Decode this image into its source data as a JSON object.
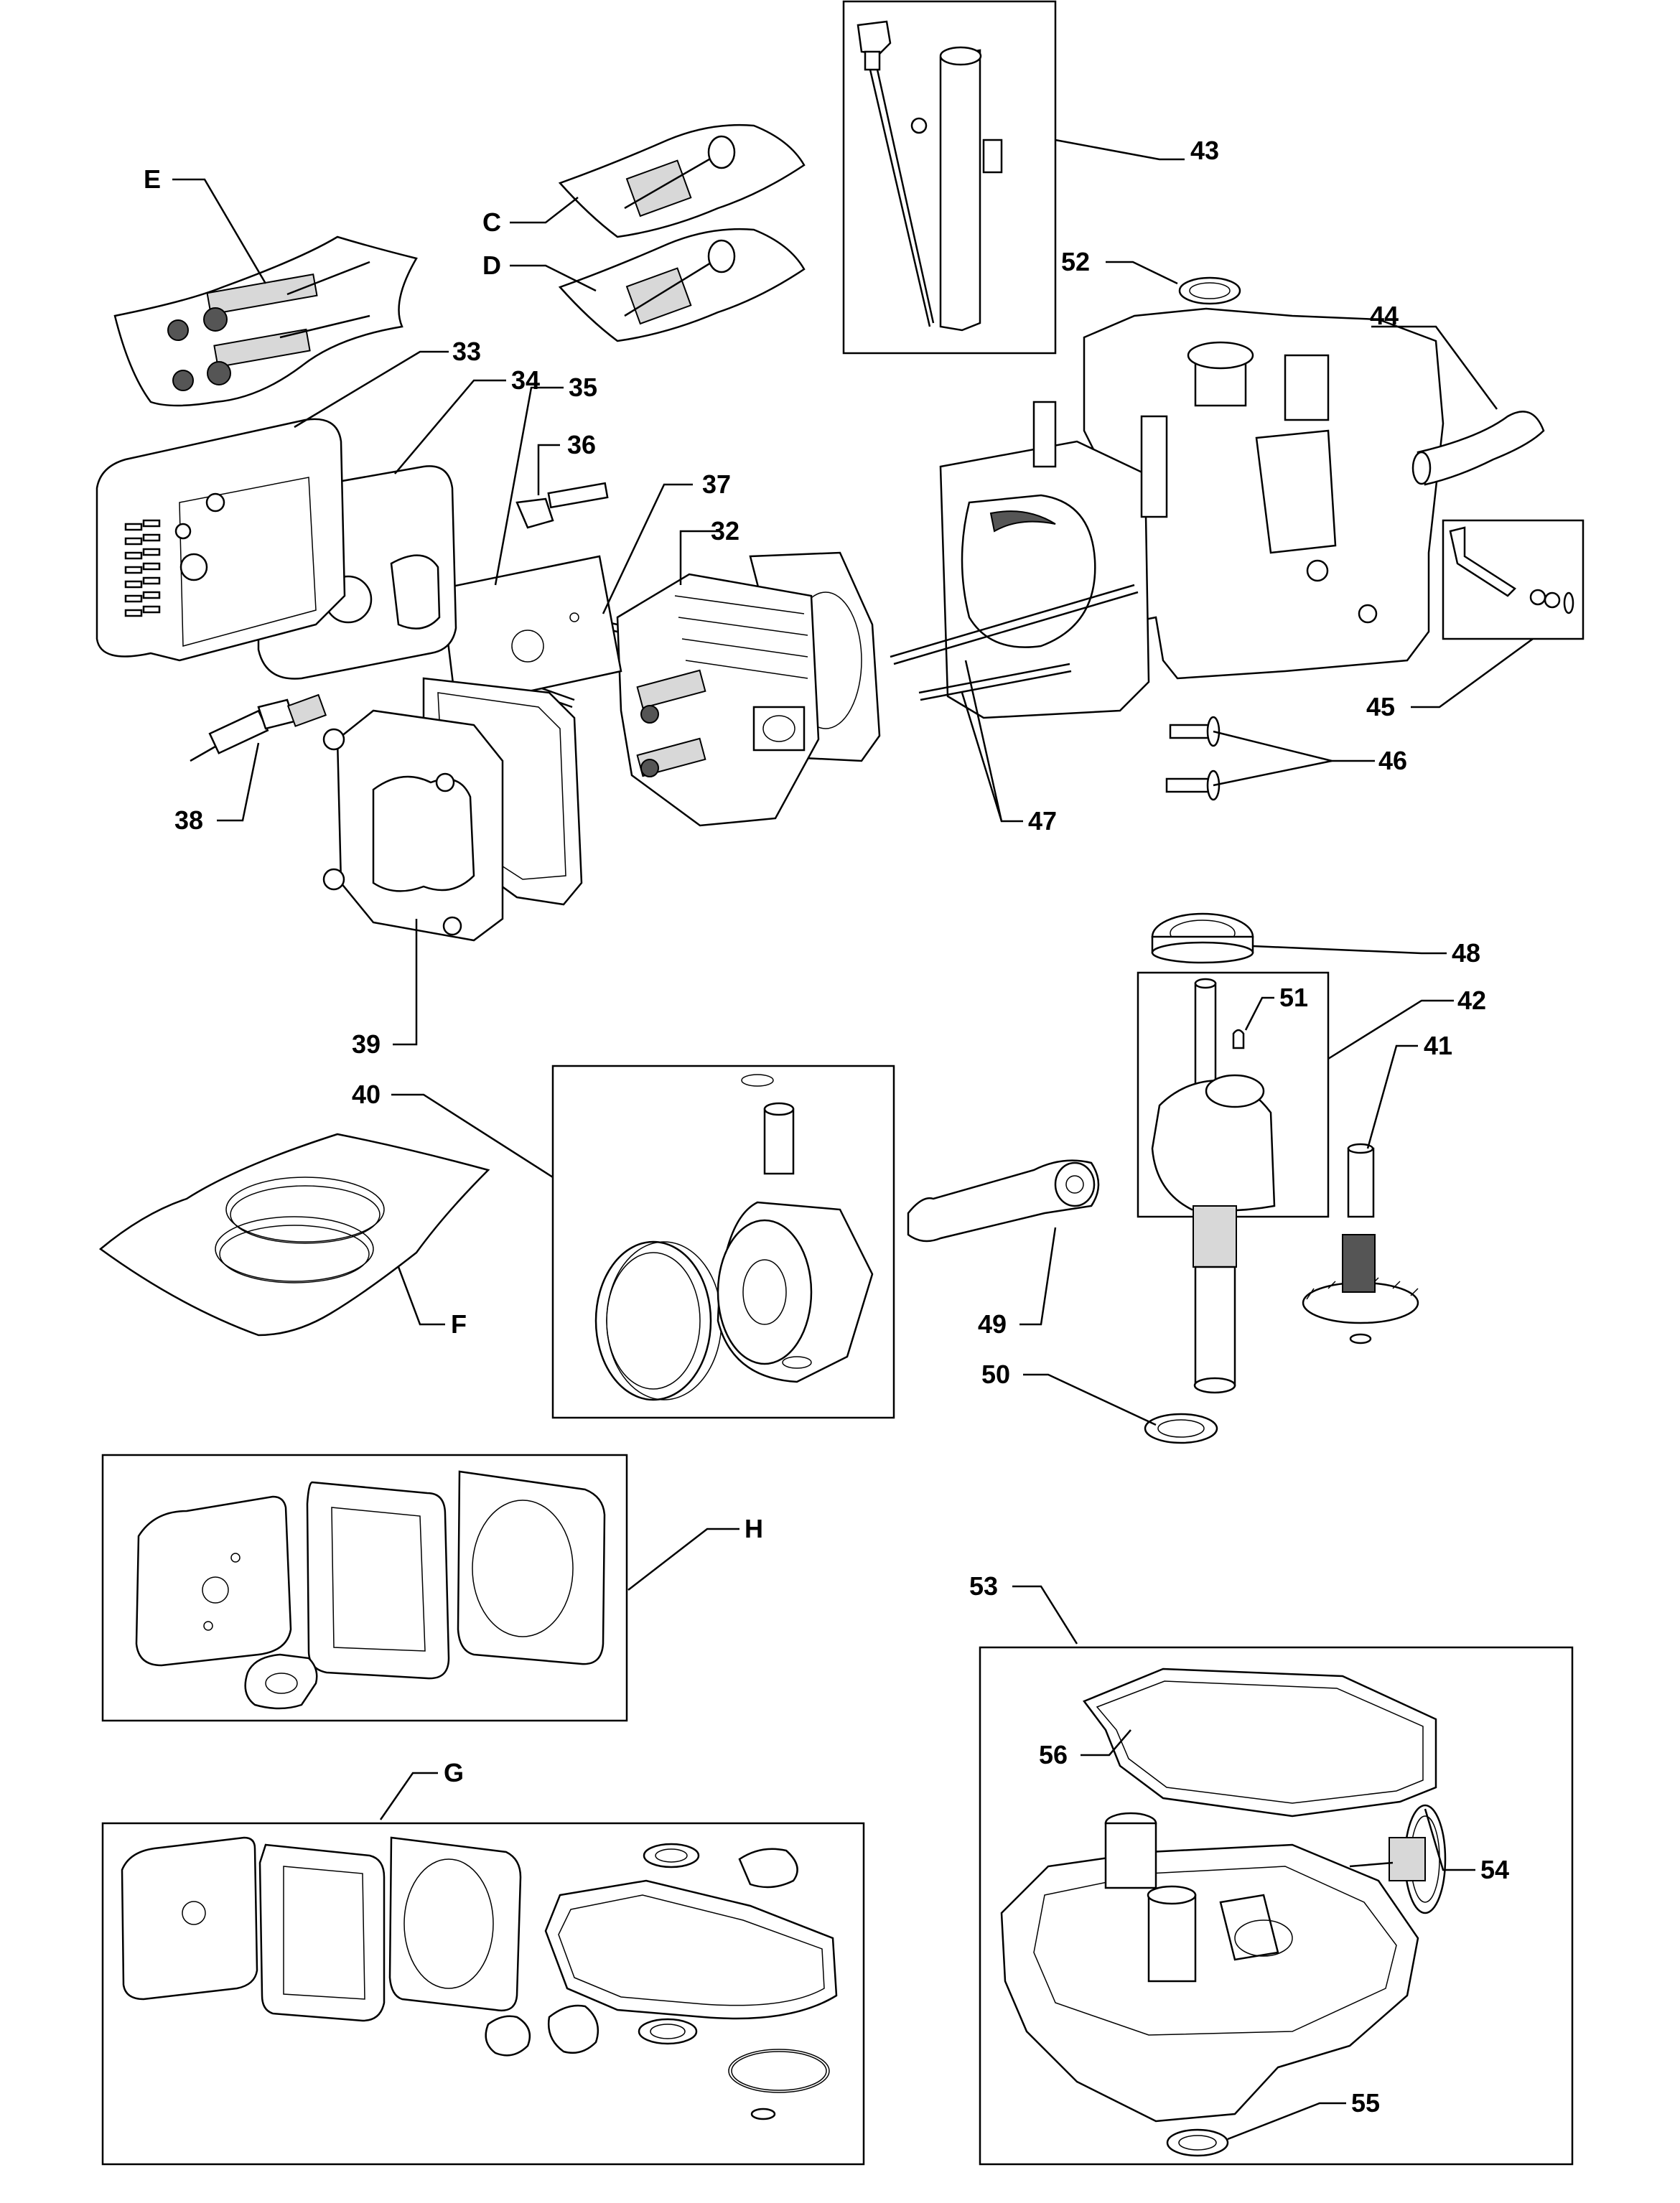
{
  "callouts": [
    {
      "id": "E",
      "text": "E"
    },
    {
      "id": "C",
      "text": "C"
    },
    {
      "id": "D",
      "text": "D"
    },
    {
      "id": "43",
      "text": "43"
    },
    {
      "id": "52",
      "text": "52"
    },
    {
      "id": "44",
      "text": "44"
    },
    {
      "id": "33",
      "text": "33"
    },
    {
      "id": "34",
      "text": "34"
    },
    {
      "id": "35",
      "text": "35"
    },
    {
      "id": "36",
      "text": "36"
    },
    {
      "id": "37",
      "text": "37"
    },
    {
      "id": "32",
      "text": "32"
    },
    {
      "id": "45",
      "text": "45"
    },
    {
      "id": "46",
      "text": "46"
    },
    {
      "id": "38",
      "text": "38"
    },
    {
      "id": "47",
      "text": "47"
    },
    {
      "id": "39",
      "text": "39"
    },
    {
      "id": "48",
      "text": "48"
    },
    {
      "id": "51",
      "text": "51"
    },
    {
      "id": "42",
      "text": "42"
    },
    {
      "id": "41",
      "text": "41"
    },
    {
      "id": "40",
      "text": "40"
    },
    {
      "id": "F",
      "text": "F"
    },
    {
      "id": "49",
      "text": "49"
    },
    {
      "id": "50",
      "text": "50"
    },
    {
      "id": "H",
      "text": "H"
    },
    {
      "id": "53",
      "text": "53"
    },
    {
      "id": "56",
      "text": "56"
    },
    {
      "id": "G",
      "text": "G"
    },
    {
      "id": "54",
      "text": "54"
    },
    {
      "id": "55",
      "text": "55"
    }
  ]
}
